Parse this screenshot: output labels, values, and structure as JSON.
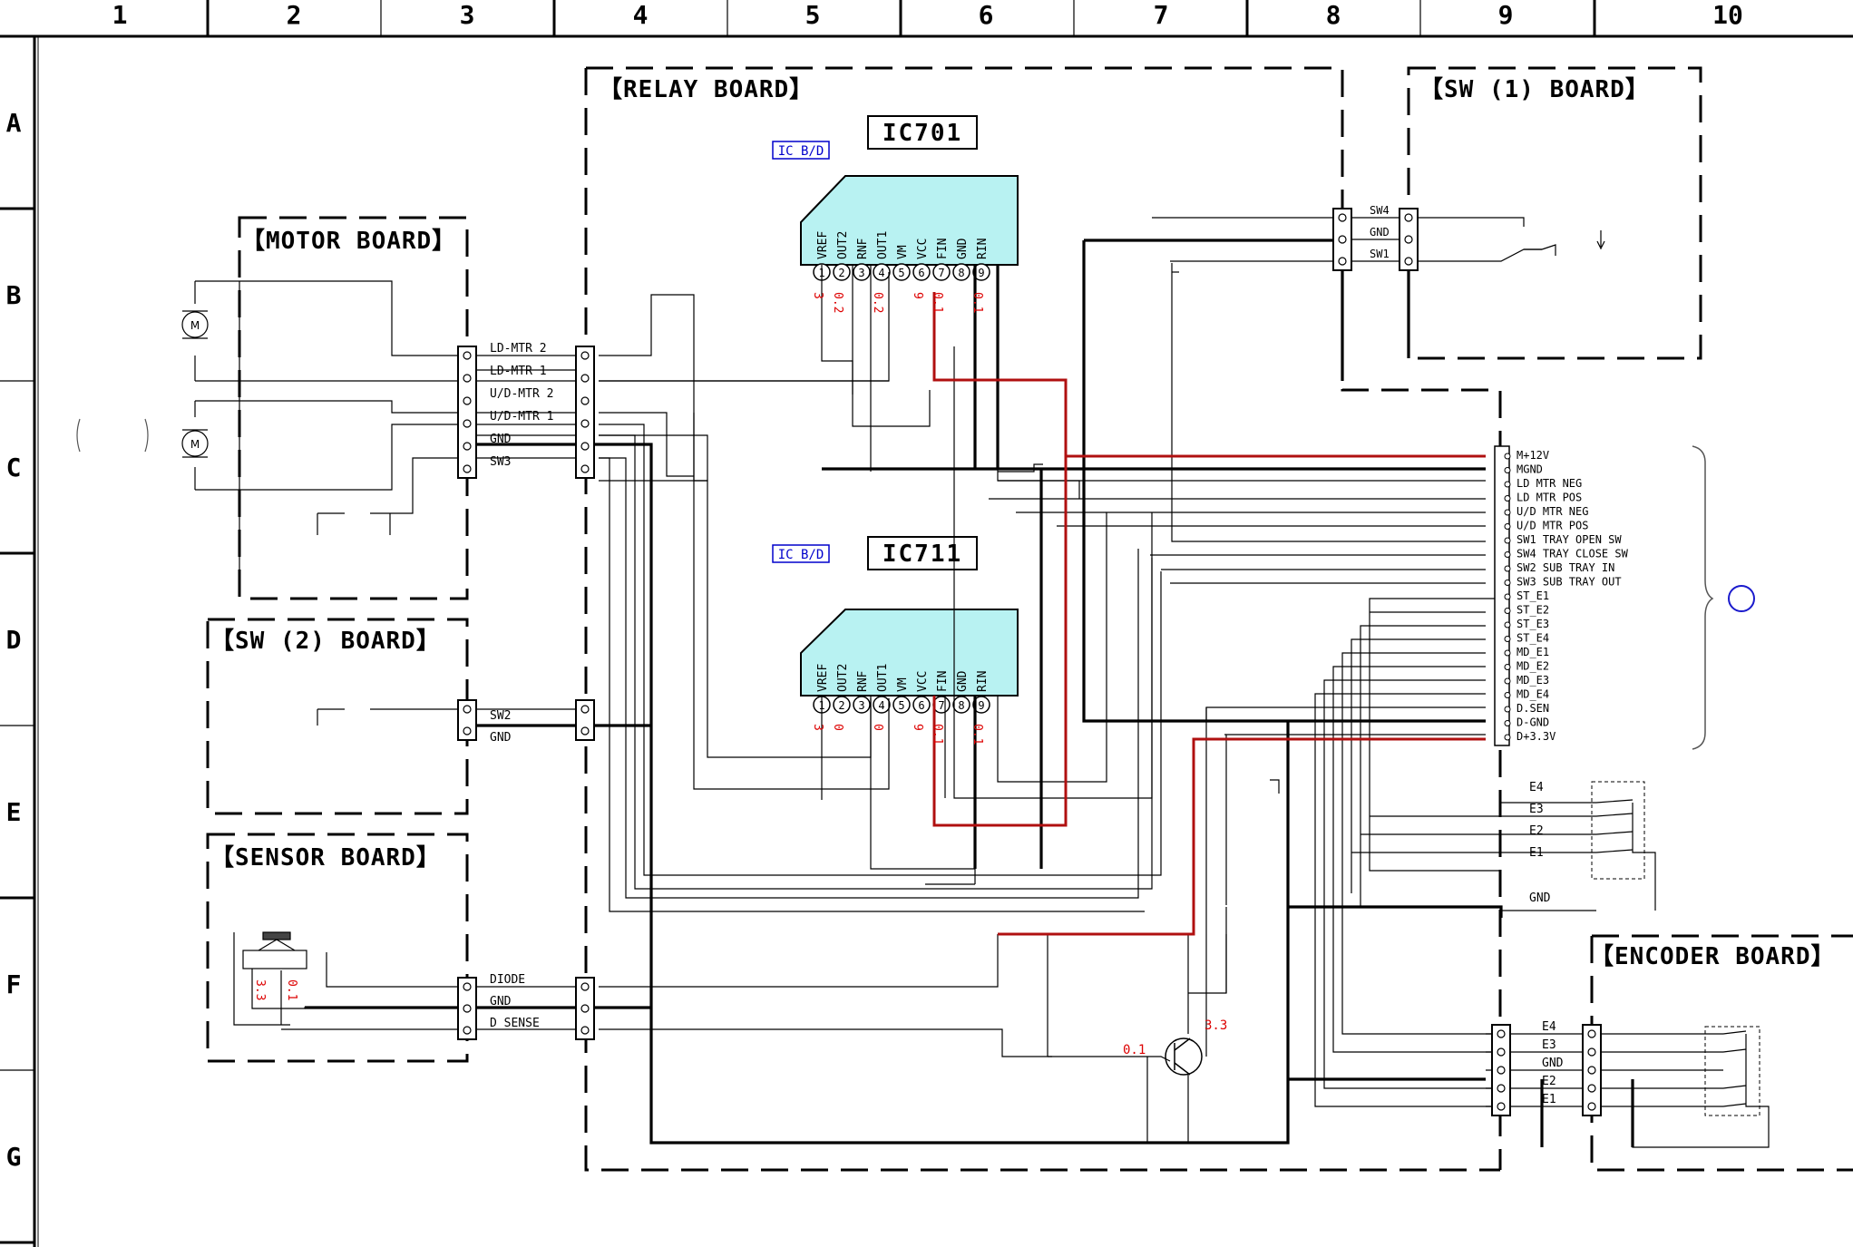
{
  "columns": [
    "1",
    "2",
    "3",
    "4",
    "5",
    "6",
    "7",
    "8",
    "9",
    "10"
  ],
  "rows": [
    "A",
    "B",
    "C",
    "D",
    "E",
    "F",
    "G"
  ],
  "boards": {
    "relay": "【RELAY BOARD】",
    "sw1": "【SW (1) BOARD】",
    "motor": "【MOTOR BOARD】",
    "sw2": "【SW (2) BOARD】",
    "sensor": "【SENSOR BOARD】",
    "encoder": "【ENCODER BOARD】"
  },
  "ics": {
    "ic701": {
      "name": "IC701",
      "tag": "IC B/D",
      "pins": [
        "VREF",
        "OUT2",
        "RNF",
        "OUT1",
        "VM",
        "VCC",
        "FIN",
        "GND",
        "RIN"
      ],
      "voltages": [
        "3",
        "0.2",
        "0.2",
        "9",
        "0.1",
        "0.1"
      ]
    },
    "ic711": {
      "name": "IC711",
      "tag": "IC B/D",
      "pins": [
        "VREF",
        "OUT2",
        "RNF",
        "OUT1",
        "VM",
        "VCC",
        "FIN",
        "GND",
        "RIN"
      ],
      "voltages": [
        "3",
        "0",
        "0",
        "9",
        "0.1",
        "0.1"
      ]
    }
  },
  "pin_numbers": [
    "1",
    "2",
    "3",
    "4",
    "5",
    "6",
    "7",
    "8",
    "9"
  ],
  "motor_connector": [
    "LD-MTR 2",
    "LD-MTR 1",
    "U/D-MTR 2",
    "U/D-MTR 1",
    "GND",
    "SW3"
  ],
  "sw1_connector": [
    "SW4",
    "GND",
    "SW1"
  ],
  "sw2_connector": [
    "SW2",
    "GND"
  ],
  "sensor_connector": [
    "DIODE",
    "GND",
    "D SENSE"
  ],
  "main_connector": [
    "M+12V",
    "MGND",
    "LD MTR NEG",
    "LD MTR POS",
    "U/D MTR NEG",
    "U/D MTR POS",
    "SW1 TRAY OPEN SW",
    "SW4 TRAY CLOSE SW",
    "SW2 SUB TRAY IN",
    "SW3 SUB TRAY OUT",
    "ST_E1",
    "ST_E2",
    "ST_E3",
    "ST_E4",
    "MD_E1",
    "MD_E2",
    "MD_E3",
    "MD_E4",
    "D.SEN",
    "D-GND",
    "D+3.3V"
  ],
  "encoder_switch_labels": [
    "E4",
    "E3",
    "E2",
    "E1"
  ],
  "encoder_gnd_label": "GND",
  "encoder_connector": [
    "E4",
    "E3",
    "GND",
    "E2",
    "E1"
  ],
  "sensor_voltages": [
    "3.3",
    "0.1"
  ],
  "transistor_voltages": [
    "3.3",
    "0.1"
  ],
  "colors": {
    "line": "#000000",
    "power": "#b01010",
    "ic_fill": "#b8f2f2",
    "tag": "#0000cc",
    "voltage": "#dd0000",
    "ref_circle": "#1a1acc"
  }
}
